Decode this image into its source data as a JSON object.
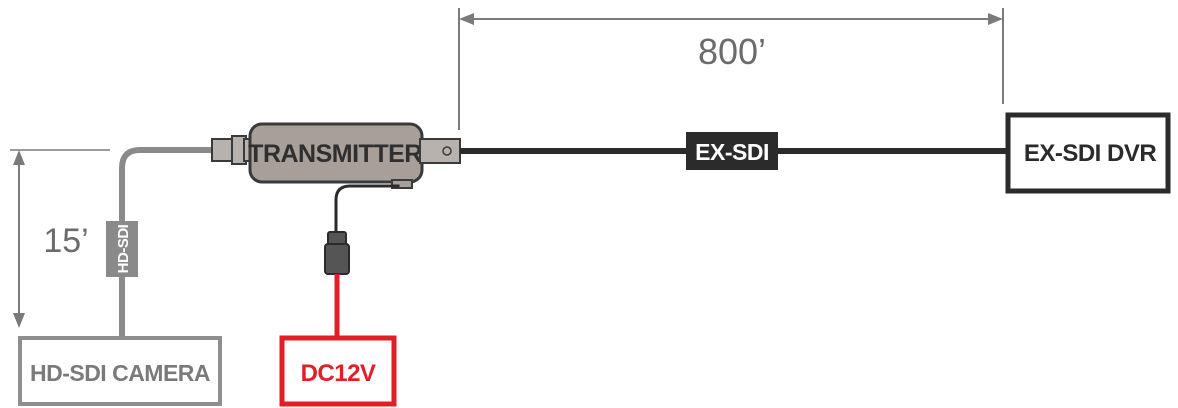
{
  "labels": {
    "distance_long": "800’",
    "distance_short": "15’",
    "transmitter": "TRANSMITTER",
    "cable_long": "EX-SDI",
    "cable_short": "HD-SDI",
    "recorder": "EX-SDI DVR",
    "camera": "HD-SDI CAMERA",
    "power": "DC12V"
  },
  "colors": {
    "dimension_line": "#7a7a7a",
    "dimension_text": "#6b6b6b",
    "cable_long": "#2b2b2b",
    "cable_short": "#8a8a8a",
    "transmitter_fill": "#a89f98",
    "transmitter_stroke": "#3a3a3a",
    "connector_fill": "#b7b2ad",
    "power_red": "#e21f26",
    "recorder_border": "#2b2b2b",
    "recorder_text": "#2b2b2b",
    "camera_border": "#8e8e8e",
    "camera_text": "#7a7a7a",
    "label_tag_dark": "#2b2b2b",
    "label_tag_gray": "#8a8a8a"
  },
  "icons": {
    "bnc_left": "bnc-connector-icon",
    "bnc_right": "bnc-connector-icon",
    "power_plug": "power-plug-icon"
  }
}
